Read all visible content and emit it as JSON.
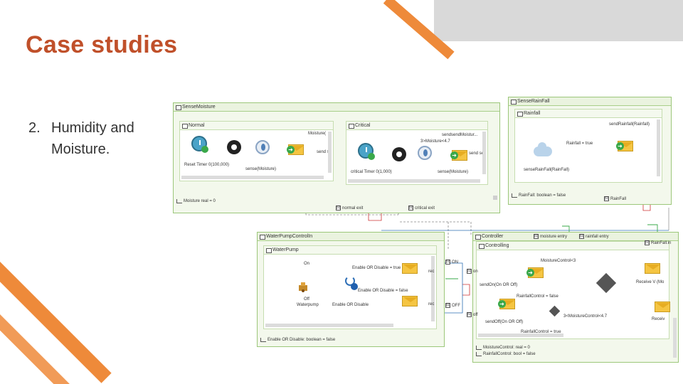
{
  "slide": {
    "title": "Case studies",
    "bullet_number": "2.",
    "bullet_line1": "Humidity and",
    "bullet_line2": "Moisture."
  },
  "colors": {
    "title": "#c0502a",
    "accent_stripe": "#ee8a3a",
    "panel_border": "#9cc77a"
  },
  "diagram": {
    "sense_moisture": {
      "title": "SenseMoisture",
      "normal_title": "Normal",
      "normal_top_right": "Moisture(",
      "normal_send": "send s",
      "normal_timer": "Reset Timer 0(100,000)",
      "normal_bottom": "sense(Moisture)",
      "critical_title": "Critical",
      "critical_top_right": "sendsendMoistur...",
      "critical_cond": "3>Moisture<4.7",
      "critical_send": "send se",
      "critical_timer": "critical Timer 0(1,000)",
      "critical_bottom": "sense(Moisture)",
      "footer": "Moisture real = 0",
      "port_normal": "normal exit",
      "port_critical": "critical exit",
      "port_normal_id": "[0]",
      "port_critical_id": "[0]"
    },
    "sense_rainfall": {
      "title": "SenseRainFall",
      "inner_title": "Rainfall",
      "send_label": "sendRainfall(Rainfall)",
      "cond": "Rainfall = true",
      "sense_label": "senseRainFall(RainFall)",
      "footer": "RainFall: boolean = false",
      "port": "RainFall",
      "port_id": "[0]"
    },
    "water_pump_control": {
      "title": "WaterPumpControlIn",
      "inner_title": "WaterPump",
      "on_label": "On",
      "off_label": "Off",
      "pump_label": "Waterpump",
      "enable_label": "Enable OR Disable = true",
      "enable_label2": "Enable OR Disable = false",
      "disable_label": "Enable OR Disable",
      "footer": "Enable OR Disable: boolean = false",
      "port_on": "ON",
      "port_off": "OFF",
      "port_on_id": "[0]",
      "port_off_id": "[0]",
      "side_rec1": "rec",
      "side_rec2": "rec"
    },
    "controller": {
      "title": "Controller",
      "inner_title": "Controlling",
      "moisture_ctrl": "MoistureControl<3",
      "send_on": "sendOn(On OR Off)",
      "rain_ctrl": "RainfallControl = false",
      "send_off": "sendOff(On OR Off)",
      "moisture_cond": "3<MoistureControl<4.7",
      "rain_ctrl_true": "RainfallControl = true",
      "receive_v": "Receive V (Mo",
      "receive": "Receiv",
      "footer1": "MoistureControl: real = 0",
      "footer2": "RainfallControl: bool = false",
      "port_on": "on",
      "port_off": "off",
      "port_on_id": "[0]",
      "port_off_id": "[0]",
      "port_moisture": "moisture entry",
      "port_rain": "rainfall entry",
      "port_rainfall": "RainFall.in",
      "port_moisture_id": "[0]",
      "port_rain_id": "[0]",
      "port_rainfall_id": "[0]"
    }
  }
}
